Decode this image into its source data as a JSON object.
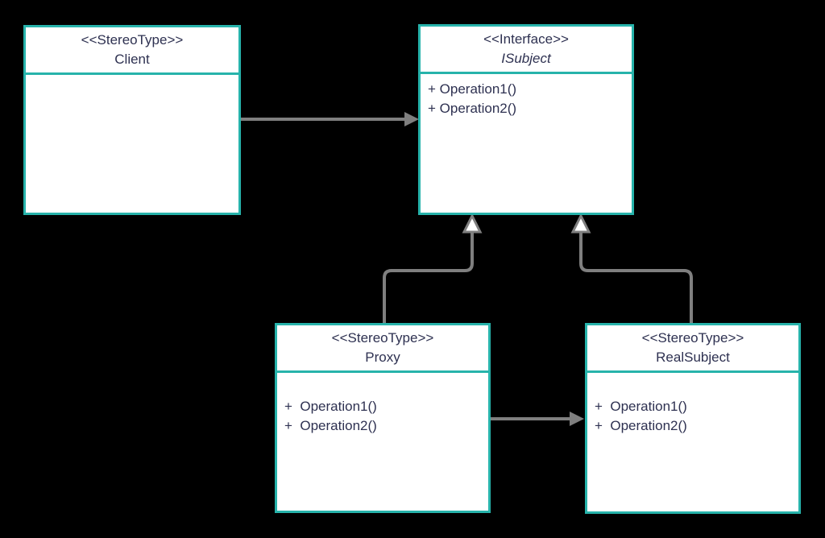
{
  "colors": {
    "background": "#000000",
    "box_border": "#27b3ab",
    "box_fill": "#ffffff",
    "text": "#2e3151",
    "connector": "#7f7f7f",
    "triangle_fill": "#ffffff"
  },
  "diagram": {
    "pattern": "Proxy",
    "classes": {
      "client": {
        "stereotype": "<<StereoType>>",
        "name": "Client",
        "operations": []
      },
      "isubject": {
        "stereotype": "<<Interface>>",
        "name": "ISubject",
        "operations": [
          "+ Operation1()",
          "+ Operation2()"
        ]
      },
      "proxy": {
        "stereotype": "<<StereoType>>",
        "name": "Proxy",
        "operations": [
          "+  Operation1()",
          "+  Operation2()"
        ]
      },
      "realsubject": {
        "stereotype": "<<StereoType>>",
        "name": "RealSubject",
        "operations": [
          "+  Operation1()",
          "+  Operation2()"
        ]
      }
    },
    "connectors": [
      {
        "id": "client-to-isubject",
        "type": "association-arrow",
        "from": "Client",
        "to": "ISubject"
      },
      {
        "id": "proxy-to-isubject",
        "type": "realization",
        "from": "Proxy",
        "to": "ISubject"
      },
      {
        "id": "realsubject-to-isubject",
        "type": "realization",
        "from": "RealSubject",
        "to": "ISubject"
      },
      {
        "id": "proxy-to-realsubject",
        "type": "association-arrow",
        "from": "Proxy",
        "to": "RealSubject"
      }
    ]
  }
}
